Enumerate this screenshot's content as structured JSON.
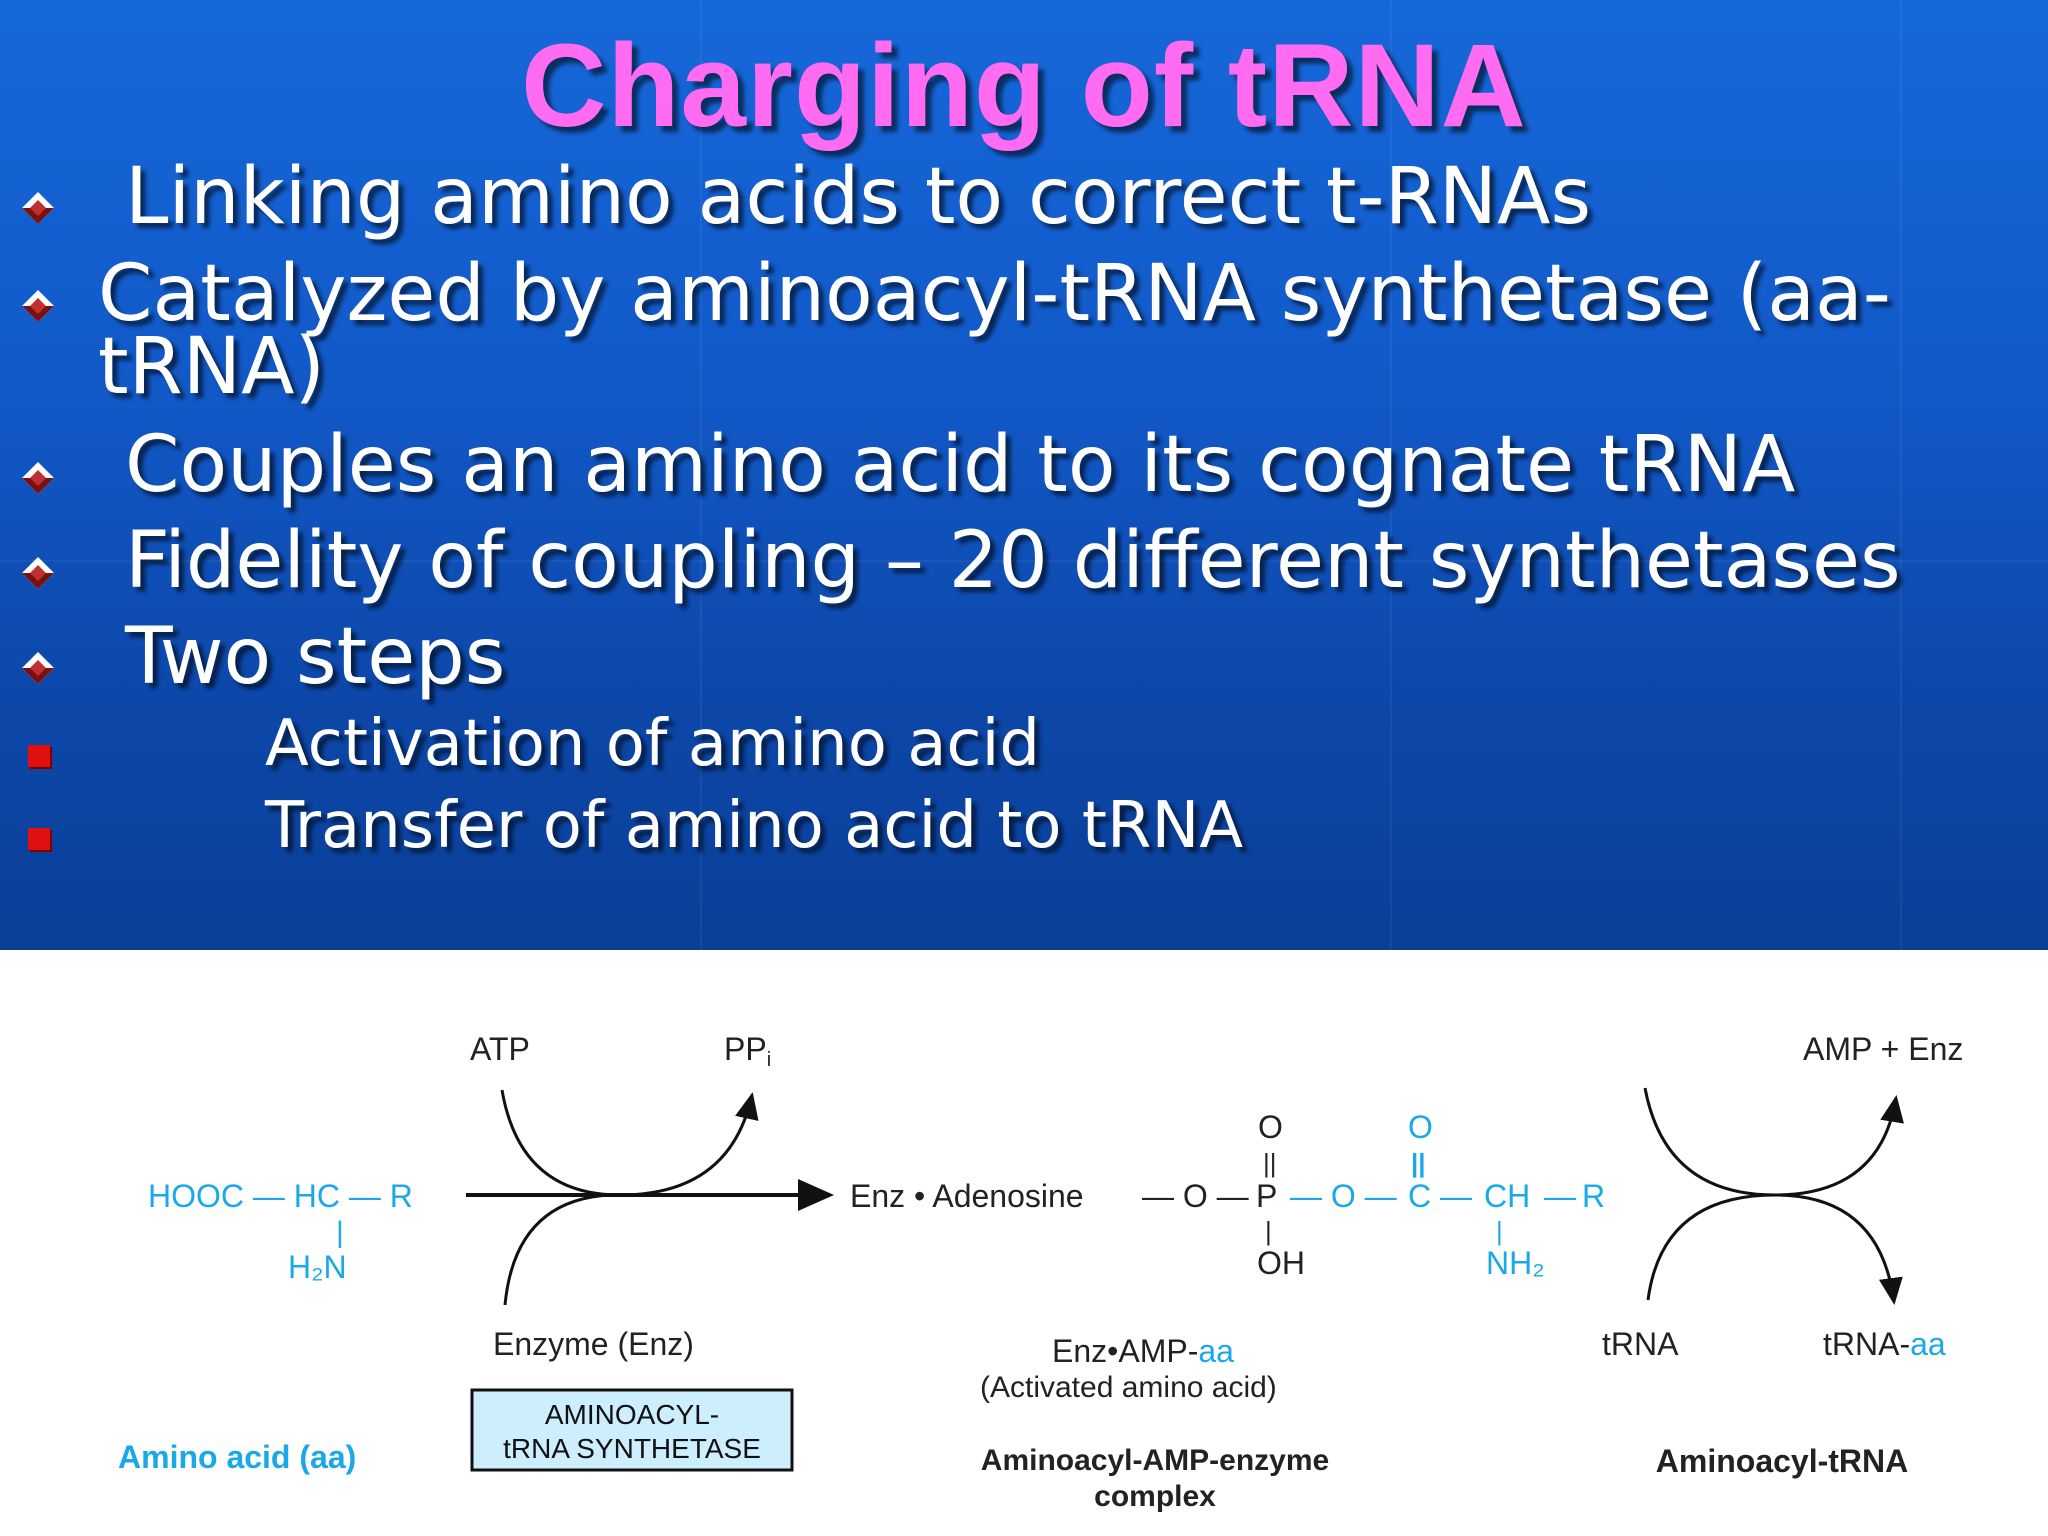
{
  "slide": {
    "title": "Charging of tRNA",
    "bullets": [
      "Linking amino acids to correct t-RNAs",
      "Catalyzed by aminoacyl-tRNA synthetase (aa-",
      "tRNA)",
      "Couples an amino acid to its cognate tRNA",
      "Fidelity of coupling – 20 different synthetases",
      "Two steps"
    ],
    "sub_bullets": [
      "Activation of amino acid",
      "Transfer of amino acid to tRNA"
    ],
    "colors": {
      "title": "#ff6cf2",
      "background": "#1259c8",
      "bullet_text": "#ffffff",
      "sub_bullet_marker": "#e01010"
    },
    "bullet_icon": "diamond-bullet-icon",
    "sub_bullet_icon": "red-square-icon"
  },
  "diagram": {
    "colors": {
      "blue": "#1aa8e8",
      "black": "#222222",
      "box_fill": "#cdeefd"
    },
    "amino_acid": {
      "formula_top": "HOOC — HC — R",
      "bond": "|",
      "amine": "H₂N",
      "label": "Amino acid (aa)"
    },
    "step1": {
      "atp": "ATP",
      "ppi": "PP",
      "ppi_sub": "i",
      "enzyme": "Enzyme (Enz)",
      "box_line1": "AMINOACYL-",
      "box_line2": "tRNA SYNTHETASE"
    },
    "intermediate": {
      "enz_adenosine": "Enz • Adenosine",
      "dash_o1": "— O —",
      "p": "P",
      "dash_o2": "— O —",
      "c": "C",
      "dash1": "—",
      "ch": "CH",
      "dash2": "—",
      "r": "R",
      "o_top1": "O",
      "o_top2": "O",
      "oh": "OH",
      "nh2": "NH₂",
      "bond_dbl": "||",
      "bond_single": "|",
      "label_enz_amp": "Enz•AMP-",
      "label_aa": "aa",
      "label_activated": "(Activated amino acid)",
      "label_complex_1": "Aminoacyl-AMP-enzyme",
      "label_complex_2": "complex"
    },
    "step2": {
      "amp_enz": "AMP + Enz",
      "trna": "tRNA",
      "trna_aa_prefix": "tRNA-",
      "trna_aa_suffix": "aa",
      "label": "Aminoacyl-tRNA"
    }
  }
}
